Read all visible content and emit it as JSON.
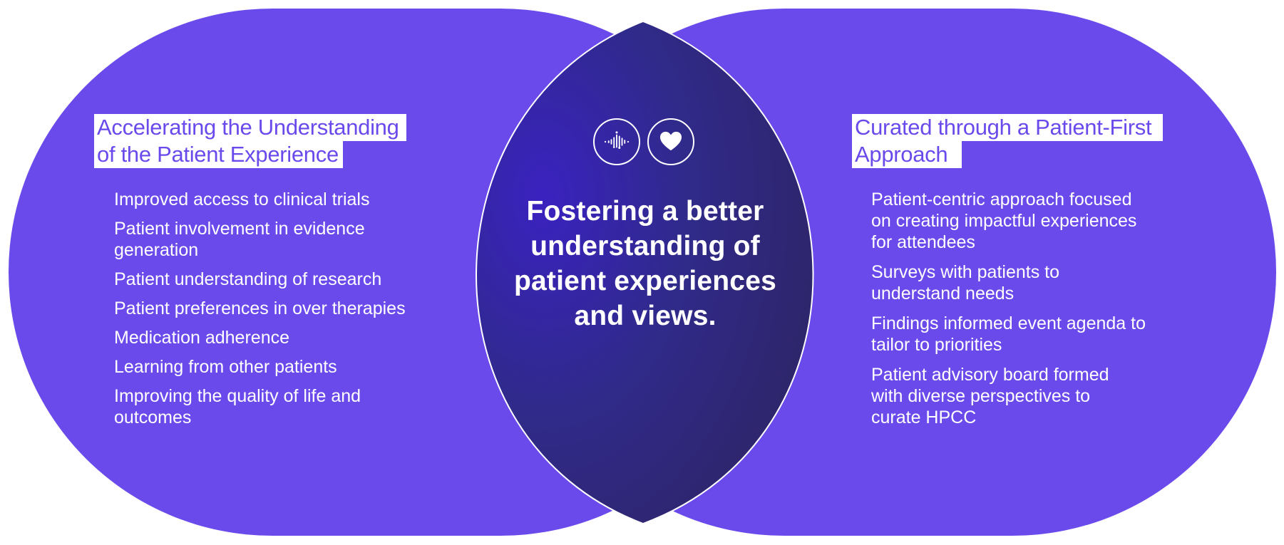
{
  "left": {
    "heading": [
      "Accelerating the Understanding",
      "of the Patient Experience"
    ],
    "items": [
      "Improved access to clinical trials",
      "Patient involvement in evidence generation",
      "Patient understanding of research",
      "Patient preferences in over therapies",
      "Medication adherence",
      "Learning from other patients",
      "Improving the quality of life and outcomes"
    ]
  },
  "center": {
    "text": "Fostering a better understanding of patient experiences and views.",
    "icons": [
      "waveform-icon",
      "heart-icon"
    ]
  },
  "right": {
    "heading": [
      "Curated through a Patient-First",
      "Approach"
    ],
    "items": [
      "Patient-centric approach focused on creating impactful experiences for attendees",
      "Surveys with patients to understand needs",
      "Findings informed event agenda to tailor to priorities",
      "Patient advisory board formed with diverse perspectives to curate HPCC"
    ]
  },
  "colors": {
    "outer": "#6b4aec",
    "intersection_light": "#3a22c0",
    "intersection_dark": "#2e2462",
    "heading_text": "#6b4aec",
    "body_text": "#ffffff"
  }
}
